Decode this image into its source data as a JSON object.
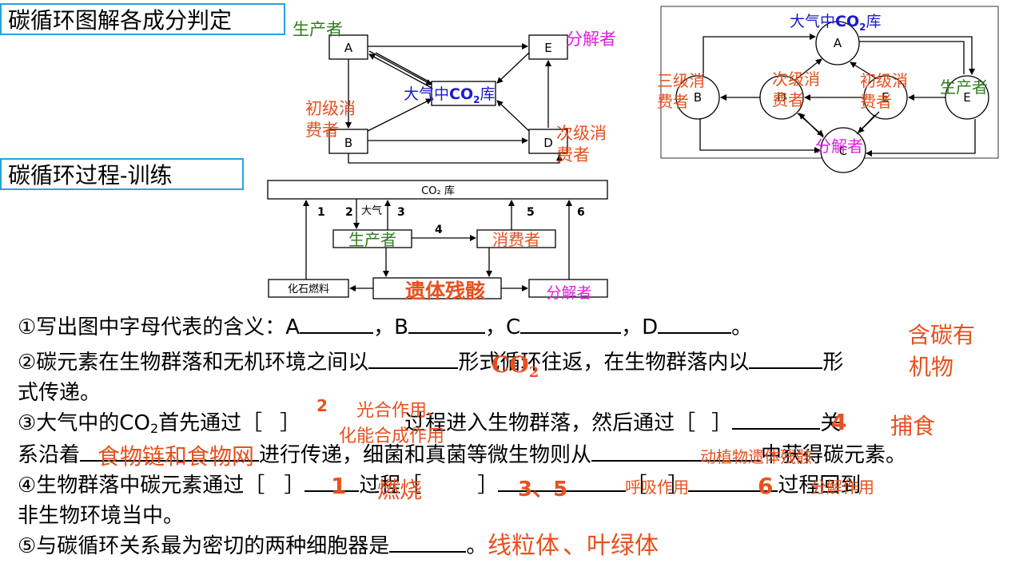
{
  "titles": {
    "t1": "碳循环图解各成分判定",
    "t2": "碳循环过程-训练"
  },
  "diag1": {
    "A": "A",
    "B": "B",
    "D": "D",
    "E": "E",
    "producer": "生产者",
    "decomposer": "分解者",
    "co2_pre": "大气中",
    "co2_main": "CO",
    "co2_sub": "2",
    "co2_post": "库",
    "primary_l1": "初级消",
    "primary_l2": "费者",
    "secondary_l1": "次级消",
    "secondary_l2": "费者"
  },
  "diag2": {
    "A": "A",
    "B": "B",
    "C": "C",
    "D": "D",
    "E": "E",
    "co2_pre": "大气中",
    "co2_main": "CO",
    "co2_sub": "2",
    "co2_post": "库",
    "tertiary_l1": "三级消",
    "tertiary_l2": "费者",
    "secondary_l1": "次级消",
    "secondary_l2": "费者",
    "primary_l1": "初级消",
    "primary_l2": "费者",
    "producer": "生产者",
    "decomposer": "分解者"
  },
  "diag3": {
    "co2_store": "CO₂ 库",
    "atmosphere": "大气",
    "n1": "1",
    "n2": "2",
    "n3": "3",
    "n4": "4",
    "n5": "5",
    "n6": "6",
    "fossil": "化石燃料",
    "producer": "生产者",
    "consumer": "消费者",
    "remains": "遗体残骸",
    "decomposer": "分解者"
  },
  "questions": {
    "q1": {
      "text": "①写出图中字母代表的含义：A",
      "b": "，B",
      "c": "，C",
      "d": "，D",
      "end": "。"
    },
    "q2": {
      "p1": "②碳元素在生物群落和无机环境之间以",
      "p2": "形式循环往返，在生物群落内以",
      "p3": "形",
      "line2": "式传递。"
    },
    "q3": {
      "p1": "③大气中的CO",
      "sub": "2",
      "p2": "首先通过［",
      "p3": "］",
      "p4": "过程进入生物群落，然后通过［",
      "p5": "］",
      "p6": "关",
      "line2a": "系沿着",
      "line2b": "进行传递，细菌和真菌等微生物则从",
      "line2c": "中获得碳元素。"
    },
    "q4": {
      "p1": "④生物群落中碳元素通过［",
      "p2": "］",
      "p3": "过程［",
      "p4": "］",
      "p5": "［",
      "p6": "］",
      "p7": "过程回到",
      "line2": "非生物环境当中。"
    },
    "q5": {
      "p1": "⑤与碳循环关系最为密切的两种细胞器是",
      "end": "。"
    }
  },
  "answers": {
    "organic_l1": "含碳有",
    "organic_l2": "机物",
    "co2_main": "CO",
    "co2_sub": "2",
    "num2": "2",
    "photo_l1": "光合作用、",
    "photo_l2": "化能合成作用",
    "num4": "4",
    "predation": "捕食",
    "food_chain": "食物链和食物网",
    "remains": "动植物遗体残骸",
    "num1": "1",
    "burning": "燃烧",
    "num35": "3、5",
    "respiration": "呼吸作用",
    "num6": "6",
    "decomposition": "分解作用",
    "mito": "线粒体",
    "chloro": "、叶绿体"
  },
  "colors": {
    "title_border": "#29a3d9",
    "producer": "#2e7d1f",
    "decomposer": "#e020e0",
    "consumer": "#e8501e",
    "co2": "#1a1acc",
    "answer": "#e8501e"
  }
}
